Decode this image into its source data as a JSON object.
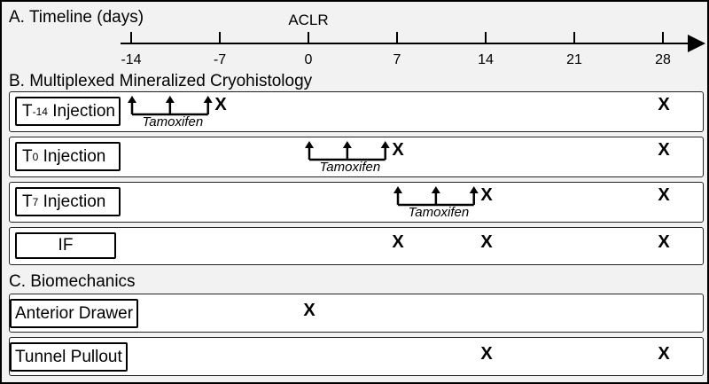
{
  "timeline": {
    "heading": "A. Timeline (days)",
    "event_label": "ACLR",
    "event_day": 0,
    "ticks": [
      -14,
      -7,
      0,
      7,
      14,
      21,
      28
    ]
  },
  "cryohistology": {
    "heading": "B. Multiplexed Mineralized Cryohistology",
    "rows": [
      {
        "label_main": "T",
        "label_sub": "-14",
        "label_tail": " Injection",
        "tamoxifen_label": "Tamoxifen",
        "tamoxifen_days": [
          -14,
          -11,
          -8
        ],
        "harvest_days": [
          -7,
          28
        ]
      },
      {
        "label_main": "T",
        "label_sub": "0",
        "label_tail": " Injection",
        "tamoxifen_label": "Tamoxifen",
        "tamoxifen_days": [
          0,
          3,
          6
        ],
        "harvest_days": [
          7,
          28
        ]
      },
      {
        "label_main": "T",
        "label_sub": "7",
        "label_tail": " Injection",
        "tamoxifen_label": "Tamoxifen",
        "tamoxifen_days": [
          7,
          10,
          13
        ],
        "harvest_days": [
          14,
          28
        ]
      },
      {
        "label_main": "IF",
        "label_sub": "",
        "label_tail": "",
        "tamoxifen_label": "",
        "tamoxifen_days": [],
        "harvest_days": [
          7,
          14,
          28
        ]
      }
    ]
  },
  "biomechanics": {
    "heading": "C. Biomechanics",
    "rows": [
      {
        "label": "Anterior Drawer",
        "harvest_days": [
          0
        ]
      },
      {
        "label": "Tunnel Pullout",
        "harvest_days": [
          14,
          28
        ]
      }
    ]
  },
  "mark_symbol": "X"
}
